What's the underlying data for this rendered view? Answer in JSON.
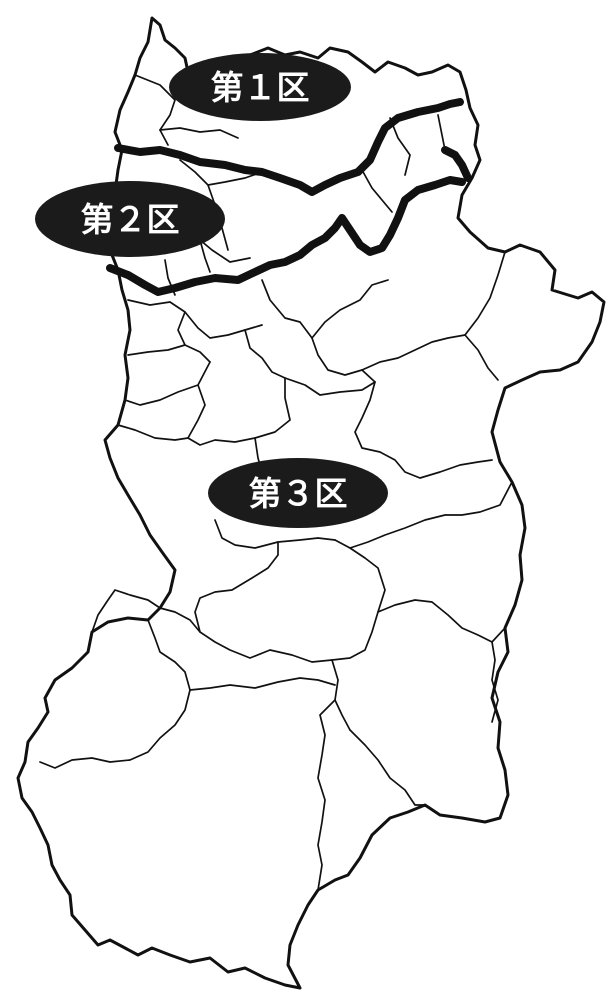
{
  "map": {
    "colors": {
      "boundary": "#111111",
      "label_background": "#1b1b1b",
      "label_text": "#ffffff",
      "background": "#ffffff"
    },
    "districts": [
      {
        "id": "district-1",
        "label": "第１区"
      },
      {
        "id": "district-2",
        "label": "第２区"
      },
      {
        "id": "district-3",
        "label": "第３区"
      }
    ]
  }
}
